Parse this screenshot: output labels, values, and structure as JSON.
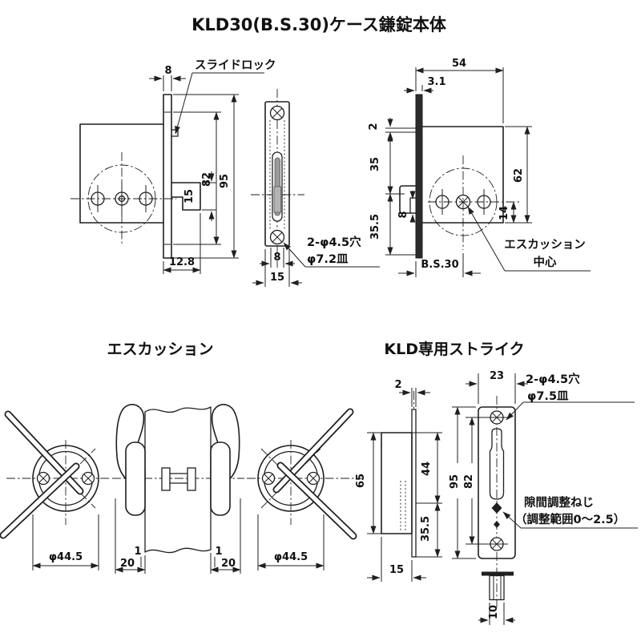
{
  "title": "KLD30(B.S.30)ケース鎌錠本体",
  "body_left": {
    "slide_lock": "スライドロック",
    "dim_top_width": "8",
    "dim_hole_span": "82",
    "dim_plate_height": "95",
    "dim_hook": "15",
    "dim_depth": "12.8"
  },
  "faceplate": {
    "dim_inner": "8",
    "dim_width": "15",
    "holes": "2-φ4.5穴",
    "countersink": "φ7.2皿"
  },
  "body_right": {
    "dim_width": "54",
    "dim_offset": "3.1",
    "dim_flange": "2",
    "dim_upper": "35",
    "dim_lower": "35.5",
    "dim_hook": "8",
    "dim_height": "62",
    "dim_below_center": "14",
    "backset": "B.S.30",
    "center_1": "エスカッション",
    "center_2": "中心"
  },
  "escutcheon": {
    "heading": "エスカッション",
    "dia_left": "φ44.5",
    "dia_right": "φ44.5",
    "gap_left": "1",
    "depth_left": "20",
    "gap_right": "1",
    "depth_right": "20"
  },
  "strike": {
    "heading": "KLD専用ストライク",
    "dim_thickness": "2",
    "dim_body_height": "65",
    "dim_upper": "44",
    "dim_lower": "35.5",
    "dim_body_width": "15",
    "dim_width": "23",
    "dim_plate_height": "95",
    "dim_hole_span": "82",
    "dim_pin": "10",
    "holes": "2-φ4.5穴",
    "countersink": "φ7.5皿",
    "adjust_1": "隙間調整ねじ",
    "adjust_2": "（調整範囲0〜2.5）"
  }
}
